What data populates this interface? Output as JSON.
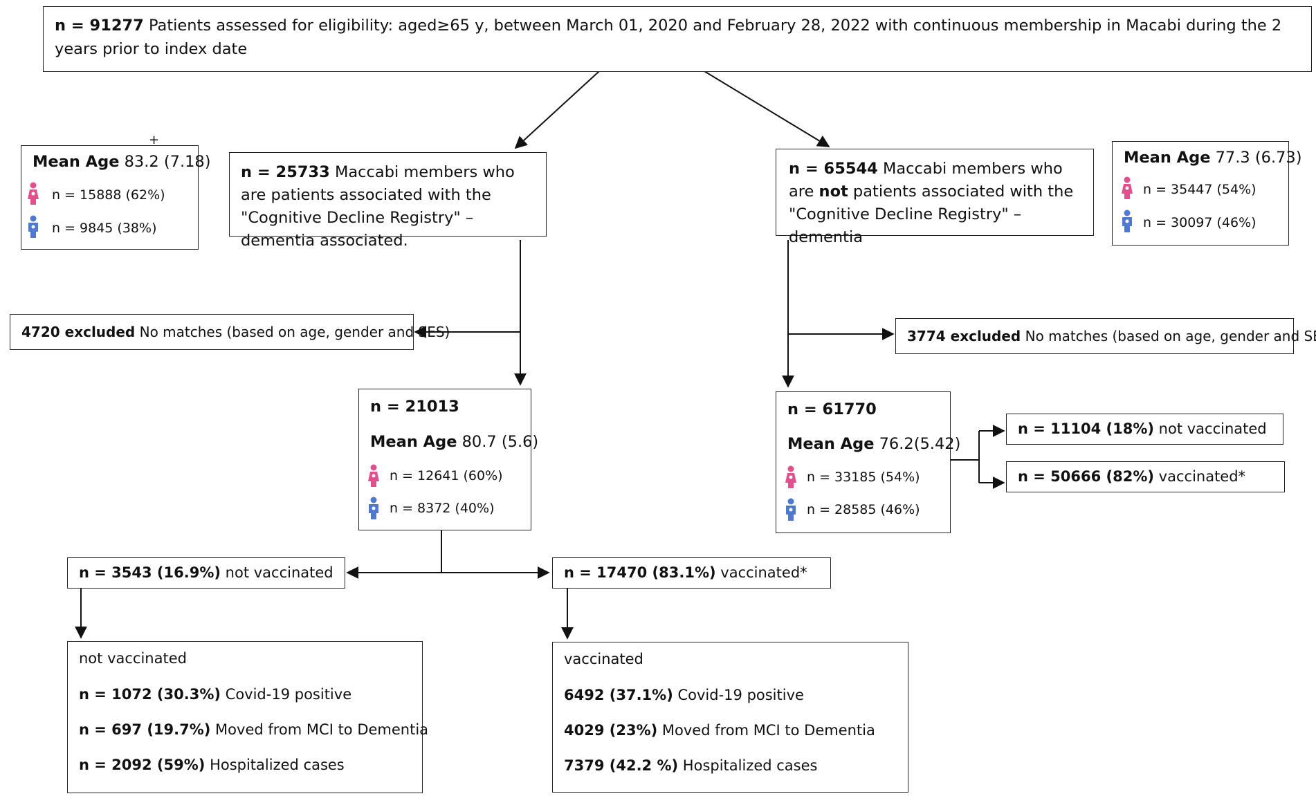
{
  "colors": {
    "female": "#e0508c",
    "male": "#4f79cf",
    "line": "#111111"
  },
  "top": {
    "n": "n = 91277",
    "text": " Patients assessed for eligibility: aged≥65 y, between March 01, 2020 and February 28, 2022 with continuous membership in Macabi during the 2 years prior to index date"
  },
  "plus_mark": "+",
  "left_stats": {
    "mean_label": "Mean Age",
    "mean_value": " 83.2 (7.18)",
    "female": "n = 15888 (62%)",
    "male": "n = 9845 (38%)"
  },
  "left_group": {
    "n": "n = 25733",
    "text": " Maccabi members who are patients associated with the \"Cognitive Decline Registry\" – dementia associated."
  },
  "right_group": {
    "n": "n = 65544",
    "text1": " Maccabi members who are ",
    "not": "not",
    "text2": " patients associated with the \"Cognitive Decline Registry\" – dementia"
  },
  "right_stats": {
    "mean_label": "Mean Age",
    "mean_value": " 77.3 (6.73)",
    "female": "n = 35447 (54%)",
    "male": "n = 30097 (46%)"
  },
  "left_excluded": {
    "bold": "4720 excluded",
    "text": " No matches (based on age, gender and SES)"
  },
  "right_excluded": {
    "bold": "3774 excluded",
    "text": " No matches (based on age, gender and SES)"
  },
  "left_matched": {
    "n": "n = 21013",
    "mean_label": "Mean Age",
    "mean_value": " 80.7 (5.6)",
    "female": "n = 12641 (60%)",
    "male": "n = 8372 (40%)"
  },
  "right_matched": {
    "n": "n = 61770",
    "mean_label": "Mean Age",
    "mean_value": " 76.2(5.42)",
    "female": "n = 33185 (54%)",
    "male": "n = 28585 (46%)"
  },
  "right_not_vacc": {
    "bold": "n = 11104 (18%)",
    "text": " not vaccinated"
  },
  "right_vacc": {
    "bold": "n = 50666 (82%)",
    "text": " vaccinated*"
  },
  "left_not_vacc": {
    "bold": "n = 3543 (16.9%)",
    "text": " not vaccinated"
  },
  "left_vacc": {
    "bold": "n = 17470 (83.1%)",
    "text": " vaccinated*"
  },
  "outcome_not_vacc": {
    "title": "not vaccinated",
    "rows": [
      {
        "bold": "n = 1072 (30.3%)",
        "text": " Covid-19 positive"
      },
      {
        "bold": "n = 697 (19.7%)",
        "text": " Moved from MCI to Dementia"
      },
      {
        "bold": "n = 2092 (59%)",
        "text": " Hospitalized cases"
      }
    ]
  },
  "outcome_vacc": {
    "title": "vaccinated",
    "rows": [
      {
        "bold": "6492 (37.1%)",
        "text": " Covid-19 positive"
      },
      {
        "bold": "4029 (23%)",
        "text": " Moved from MCI to Dementia"
      },
      {
        "bold": "7379 (42.2 %)",
        "text": " Hospitalized cases"
      }
    ]
  }
}
